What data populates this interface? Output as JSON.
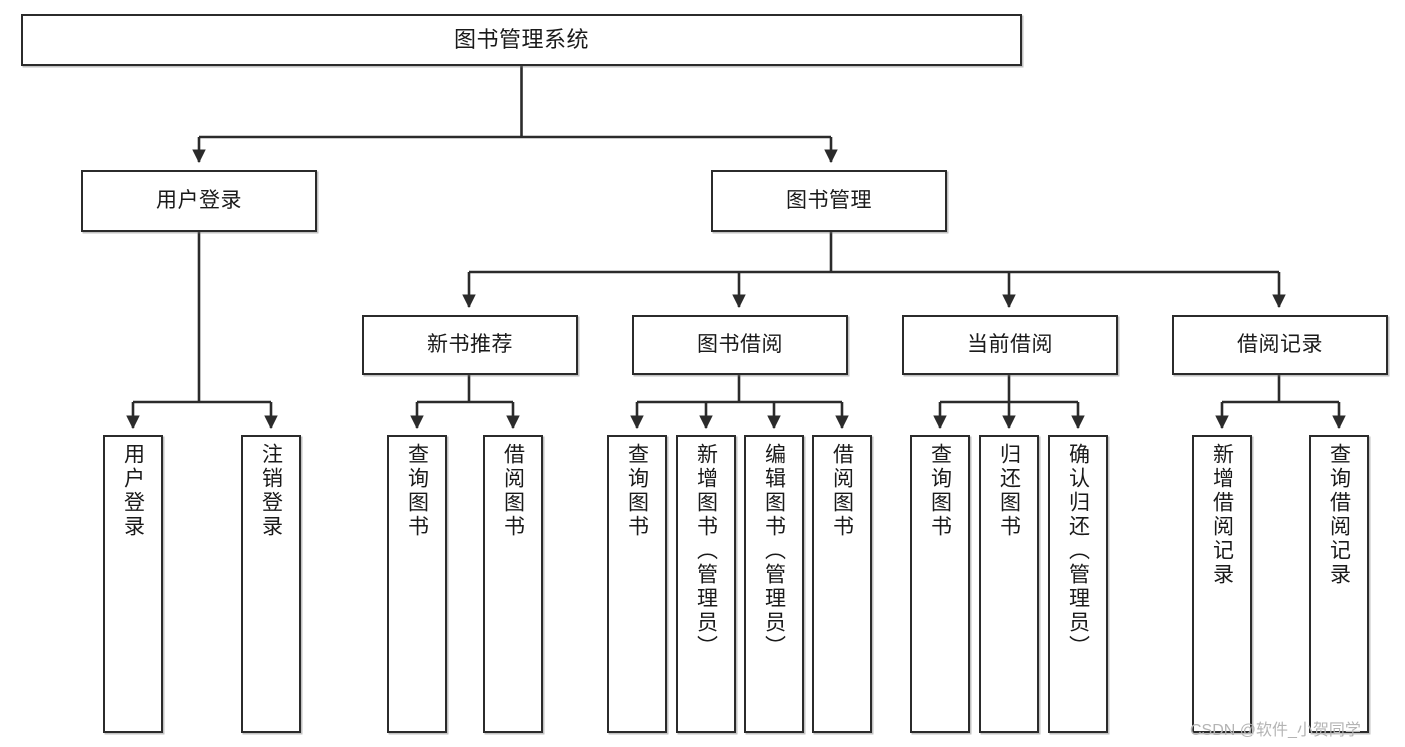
{
  "diagram": {
    "type": "tree-hierarchy",
    "title": "图书管理系统",
    "orientation": "top-down",
    "colors": {
      "box_border": "#2b2b2b",
      "box_fill": "#ffffff",
      "edge": "#2b2b2b",
      "text": "#1a1a1a",
      "watermark": "#b4b4b4"
    },
    "root": {
      "label": "图书管理系统"
    },
    "level2": [
      {
        "label": "用户登录"
      },
      {
        "label": "图书管理"
      }
    ],
    "level3": [
      {
        "label": "新书推荐"
      },
      {
        "label": "图书借阅"
      },
      {
        "label": "当前借阅"
      },
      {
        "label": "借阅记录"
      }
    ],
    "leaves": {
      "user_login": [
        {
          "label": "用户登录"
        },
        {
          "label": "注销登录"
        }
      ],
      "new_book_recommend": [
        {
          "label": "查询图书"
        },
        {
          "label": "借阅图书"
        }
      ],
      "book_borrow": [
        {
          "label": "查询图书"
        },
        {
          "label": "新增图书（管理员）"
        },
        {
          "label": "编辑图书（管理员）"
        },
        {
          "label": "借阅图书"
        }
      ],
      "current_borrow": [
        {
          "label": "查询图书"
        },
        {
          "label": "归还图书"
        },
        {
          "label": "确认归还（管理员）"
        }
      ],
      "borrow_record": [
        {
          "label": "新增借阅记录"
        },
        {
          "label": "查询借阅记录"
        }
      ]
    }
  },
  "watermark": {
    "text": "CSDN @软件_小贺同学"
  }
}
